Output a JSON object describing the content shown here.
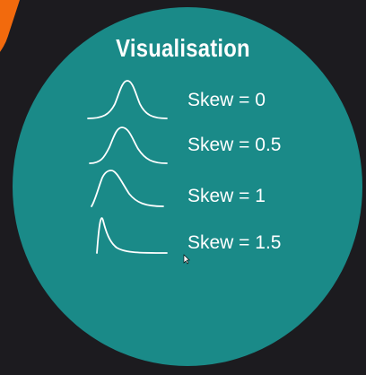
{
  "slide": {
    "title": "Visualisation",
    "colors": {
      "circle": "#1a8a88",
      "background": "#1c1b1f",
      "accent": "#f26a0d",
      "foreground": "#ffffff"
    },
    "items": [
      {
        "label": "Skew = 0",
        "icon": "symmetric-bell-curve-icon"
      },
      {
        "label": "Skew = 0.5",
        "icon": "slightly-skewed-curve-icon"
      },
      {
        "label": "Skew = 1",
        "icon": "skewed-curve-icon"
      },
      {
        "label": "Skew = 1.5",
        "icon": "highly-skewed-curve-icon"
      }
    ]
  }
}
